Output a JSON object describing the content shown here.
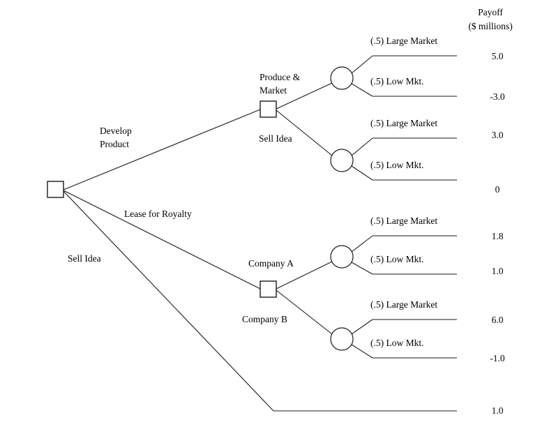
{
  "diagram": {
    "type": "decision-tree",
    "header": {
      "line1": "Payoff",
      "line2": "($ millions)"
    },
    "colors": {
      "line": "#1a1a1a",
      "text": "#000000",
      "background": "#ffffff"
    },
    "root": {
      "node_type": "decision",
      "branches": [
        {
          "label_line1": "Develop",
          "label_line2": "Product"
        },
        {
          "label_line1": "Lease for Royalty",
          "label_line2": ""
        },
        {
          "label_line1": "Sell Idea",
          "label_line2": ""
        }
      ]
    },
    "decision_nodes": [
      {
        "name": "develop-product-decision",
        "branches": [
          {
            "label_line1": "Produce &",
            "label_line2": "Market"
          },
          {
            "label_line1": "Sell Idea",
            "label_line2": ""
          }
        ]
      },
      {
        "name": "lease-royalty-decision",
        "branches": [
          {
            "label_line1": "Company A",
            "label_line2": ""
          },
          {
            "label_line1": "Company B",
            "label_line2": ""
          }
        ]
      }
    ],
    "chance_branches": {
      "large_market": "(.5) Large Market",
      "low_market": "(.5) Low Mkt."
    },
    "outcomes": [
      {
        "path": "Develop Product / Produce & Market / Large Market",
        "branch": "(.5) Large Market",
        "payoff": "5.0"
      },
      {
        "path": "Develop Product / Produce & Market / Low Mkt.",
        "branch": "(.5) Low Mkt.",
        "payoff": "-3.0"
      },
      {
        "path": "Develop Product / Sell Idea / Large Market",
        "branch": "(.5) Large Market",
        "payoff": "3.0"
      },
      {
        "path": "Develop Product / Sell Idea / Low Mkt.",
        "branch": "(.5) Low Mkt.",
        "payoff": "0"
      },
      {
        "path": "Lease for Royalty / Company A / Large Market",
        "branch": "(.5) Large Market",
        "payoff": "1.8"
      },
      {
        "path": "Lease for Royalty / Company A / Low Mkt.",
        "branch": "(.5) Low Mkt.",
        "payoff": "1.0"
      },
      {
        "path": "Lease for Royalty / Company B / Large Market",
        "branch": "(.5) Large Market",
        "payoff": "6.0"
      },
      {
        "path": "Lease for Royalty / Company B / Low Mkt.",
        "branch": "(.5) Low Mkt.",
        "payoff": "-1.0"
      },
      {
        "path": "Sell Idea",
        "branch": "",
        "payoff": "1.0"
      }
    ]
  }
}
